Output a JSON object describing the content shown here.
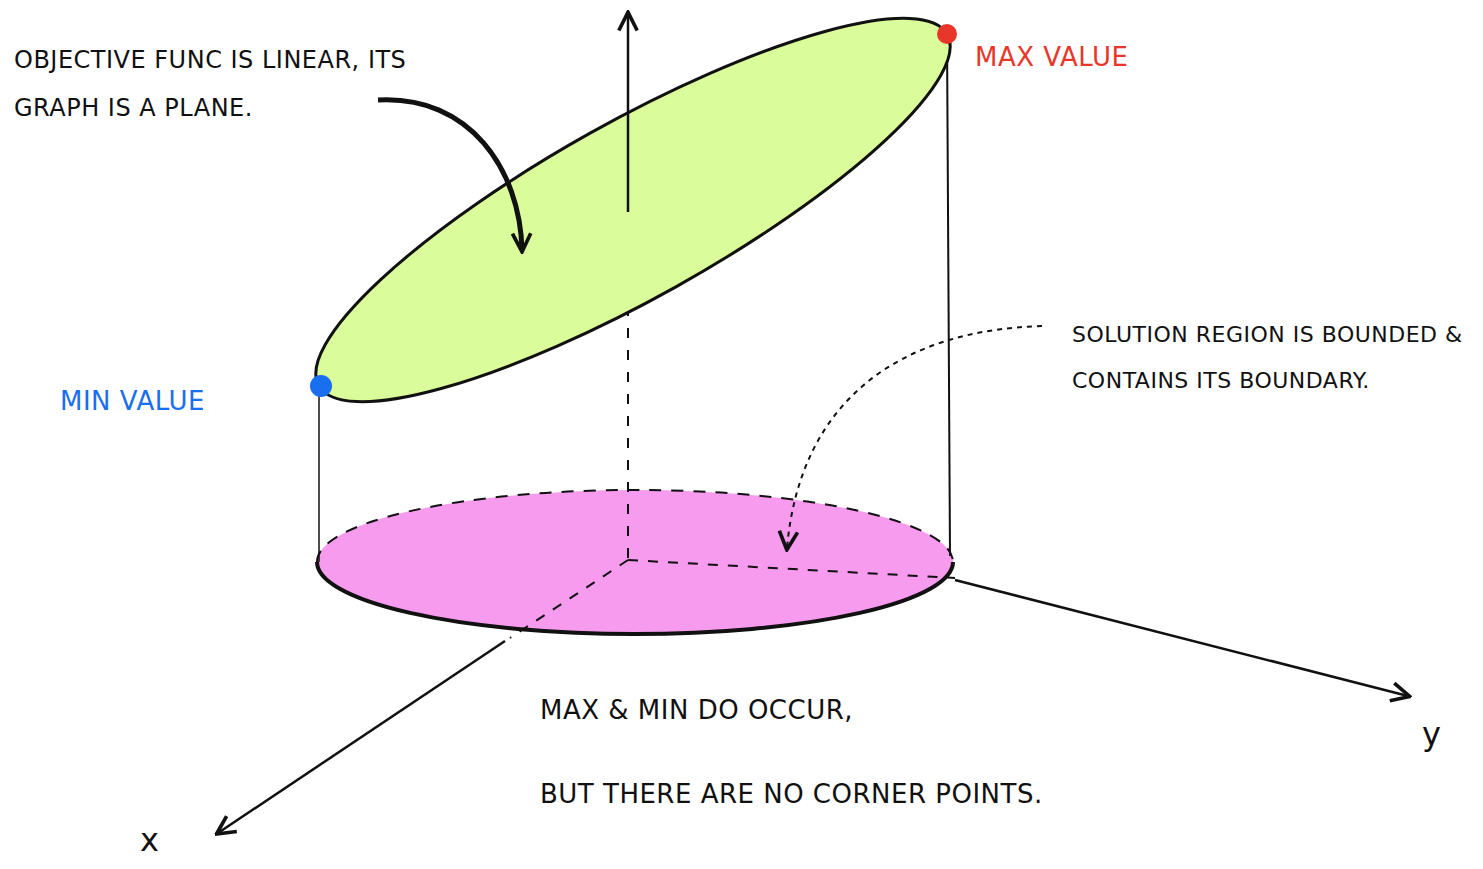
{
  "diagram": {
    "labels": [
      "OBJECTIVE FUNC IS LINEAR, ITS GRAPH IS A PLANE.",
      "MAX VALUE",
      "MIN VALUE",
      "SOLUTION REGION IS BOUNDED & CONTAINS ITS BOUNDARY.",
      "MAX & MIN DO OCCUR,",
      "BUT THERE ARE NO CORNER POINTS.",
      "x",
      "y"
    ]
  }
}
